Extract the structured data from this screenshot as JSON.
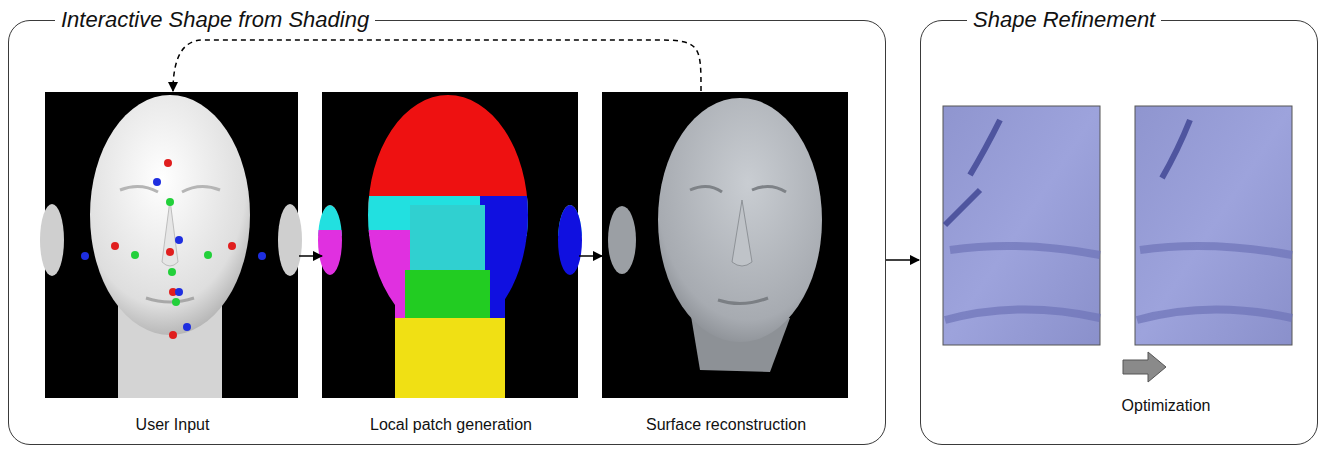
{
  "diagram": {
    "nodes": [
      {
        "text": [
          "Interactive Shape from Shading"
        ]
      },
      {
        "text": [
          "User Input"
        ],
        "in": 0
      },
      {
        "text": [
          "Local patch generation"
        ],
        "in": 0
      },
      {
        "text": [
          "Surface reconstruction"
        ],
        "in": 0
      },
      {
        "text": [
          "Shape Refinement"
        ]
      }
    ],
    "edges": [
      {
        "from": 1,
        "to": 2,
        "arrow": "to"
      },
      {
        "from": 2,
        "to": 3,
        "arrow": "to"
      },
      {
        "from": 3,
        "to": 1,
        "arrow": "to"
      },
      {
        "from": 0,
        "to": 4,
        "arrow": "to"
      }
    ],
    "labels": [
      "Optimization"
    ]
  }
}
